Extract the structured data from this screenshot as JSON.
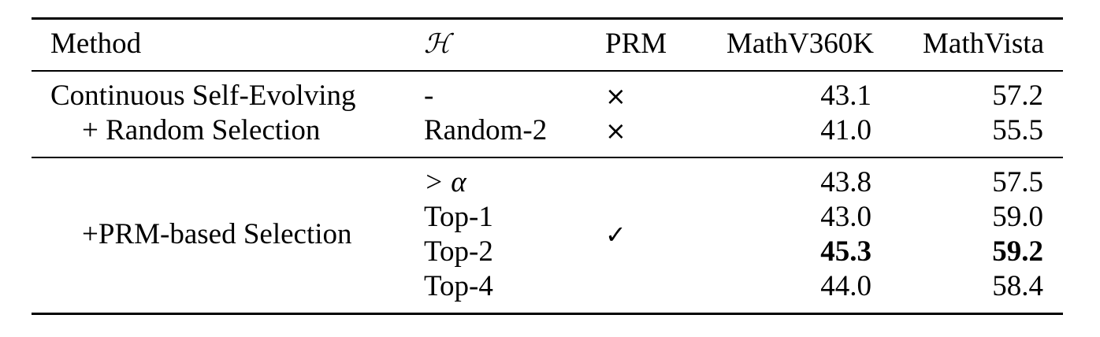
{
  "header": {
    "method": "Method",
    "h": "ℋ",
    "prm": "PRM",
    "mathv360k": "MathV360K",
    "mathvista": "MathVista"
  },
  "group1": {
    "row1": {
      "method": "Continuous Self-Evolving",
      "h": "-",
      "prm": "×",
      "mathv360k": "43.1",
      "mathvista": "57.2"
    },
    "row2": {
      "method": "+ Random Selection",
      "h": "Random-2",
      "prm": "×",
      "mathv360k": "41.0",
      "mathvista": "55.5"
    }
  },
  "group2": {
    "method": "+PRM-based Selection",
    "prm": "✓",
    "rows": [
      {
        "h": "> α",
        "mathv360k": "43.8",
        "mathvista": "57.5"
      },
      {
        "h": "Top-1",
        "mathv360k": "43.0",
        "mathvista": "59.0"
      },
      {
        "h": "Top-2",
        "mathv360k": "45.3",
        "mathvista": "59.2"
      },
      {
        "h": "Top-4",
        "mathv360k": "44.0",
        "mathvista": "58.4"
      }
    ]
  }
}
